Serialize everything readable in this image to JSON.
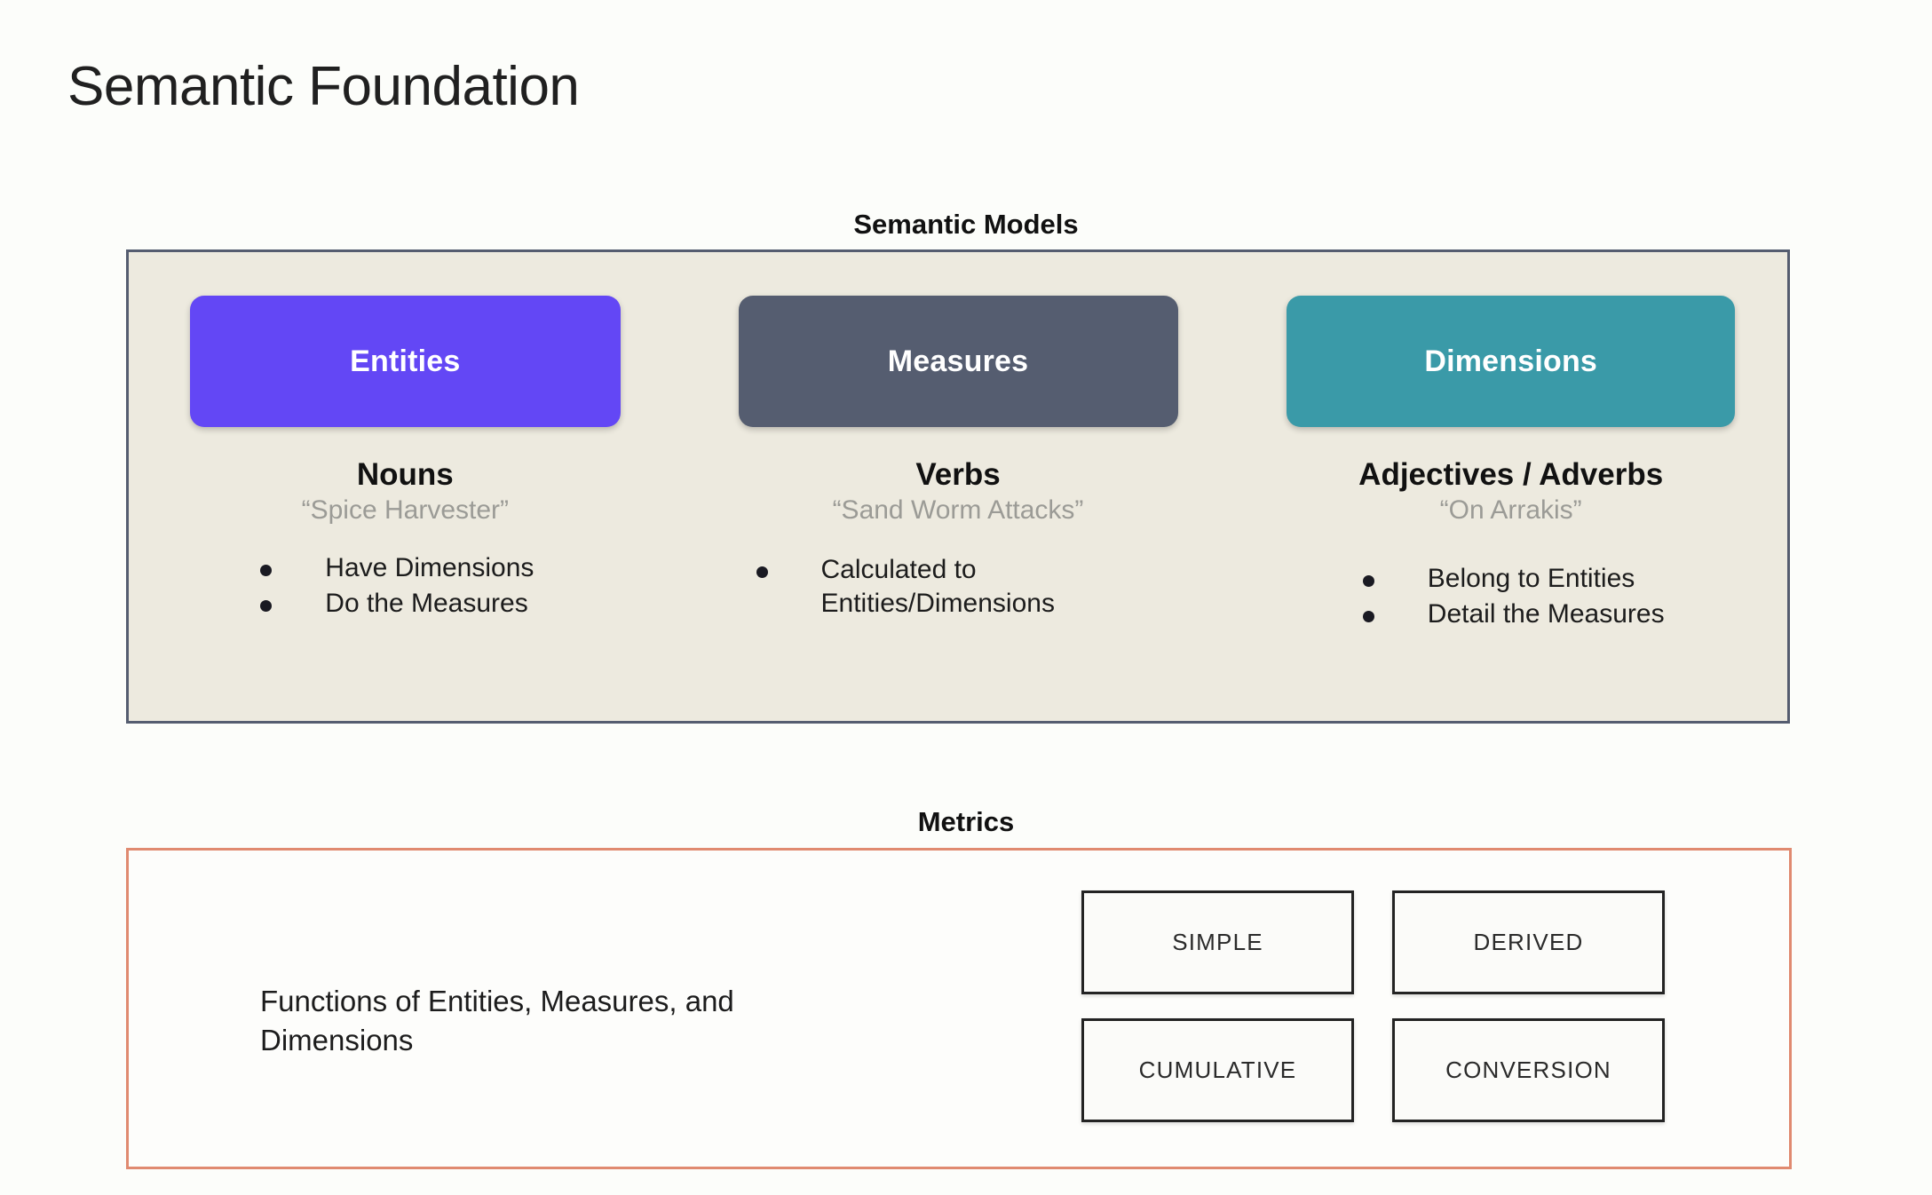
{
  "page": {
    "title": "Semantic Foundation",
    "background_color": "#fcfdfa"
  },
  "semantic_models": {
    "section_label": "Semantic Models",
    "panel_background": "#edeadf",
    "panel_border_color": "#555d70",
    "columns": [
      {
        "pill_label": "Entities",
        "pill_color": "#6347f5",
        "part_of_speech": "Nouns",
        "example": "“Spice Harvester”",
        "bullets": [
          "Have Dimensions",
          "Do the Measures"
        ]
      },
      {
        "pill_label": "Measures",
        "pill_color": "#555d70",
        "part_of_speech": "Verbs",
        "example": "“Sand Worm Attacks”",
        "bullets": [
          "Calculated to Entities/Dimensions"
        ]
      },
      {
        "pill_label": "Dimensions",
        "pill_color": "#3a9aa8",
        "part_of_speech": "Adjectives / Adverbs",
        "example": "“On Arrakis”",
        "bullets": [
          "Belong to Entities",
          "Detail the Measures"
        ]
      }
    ]
  },
  "metrics": {
    "section_label": "Metrics",
    "panel_border_color": "#e08a70",
    "description": "Functions of Entities, Measures, and Dimensions",
    "types": [
      "SIMPLE",
      "DERIVED",
      "CUMULATIVE",
      "CONVERSION"
    ]
  }
}
